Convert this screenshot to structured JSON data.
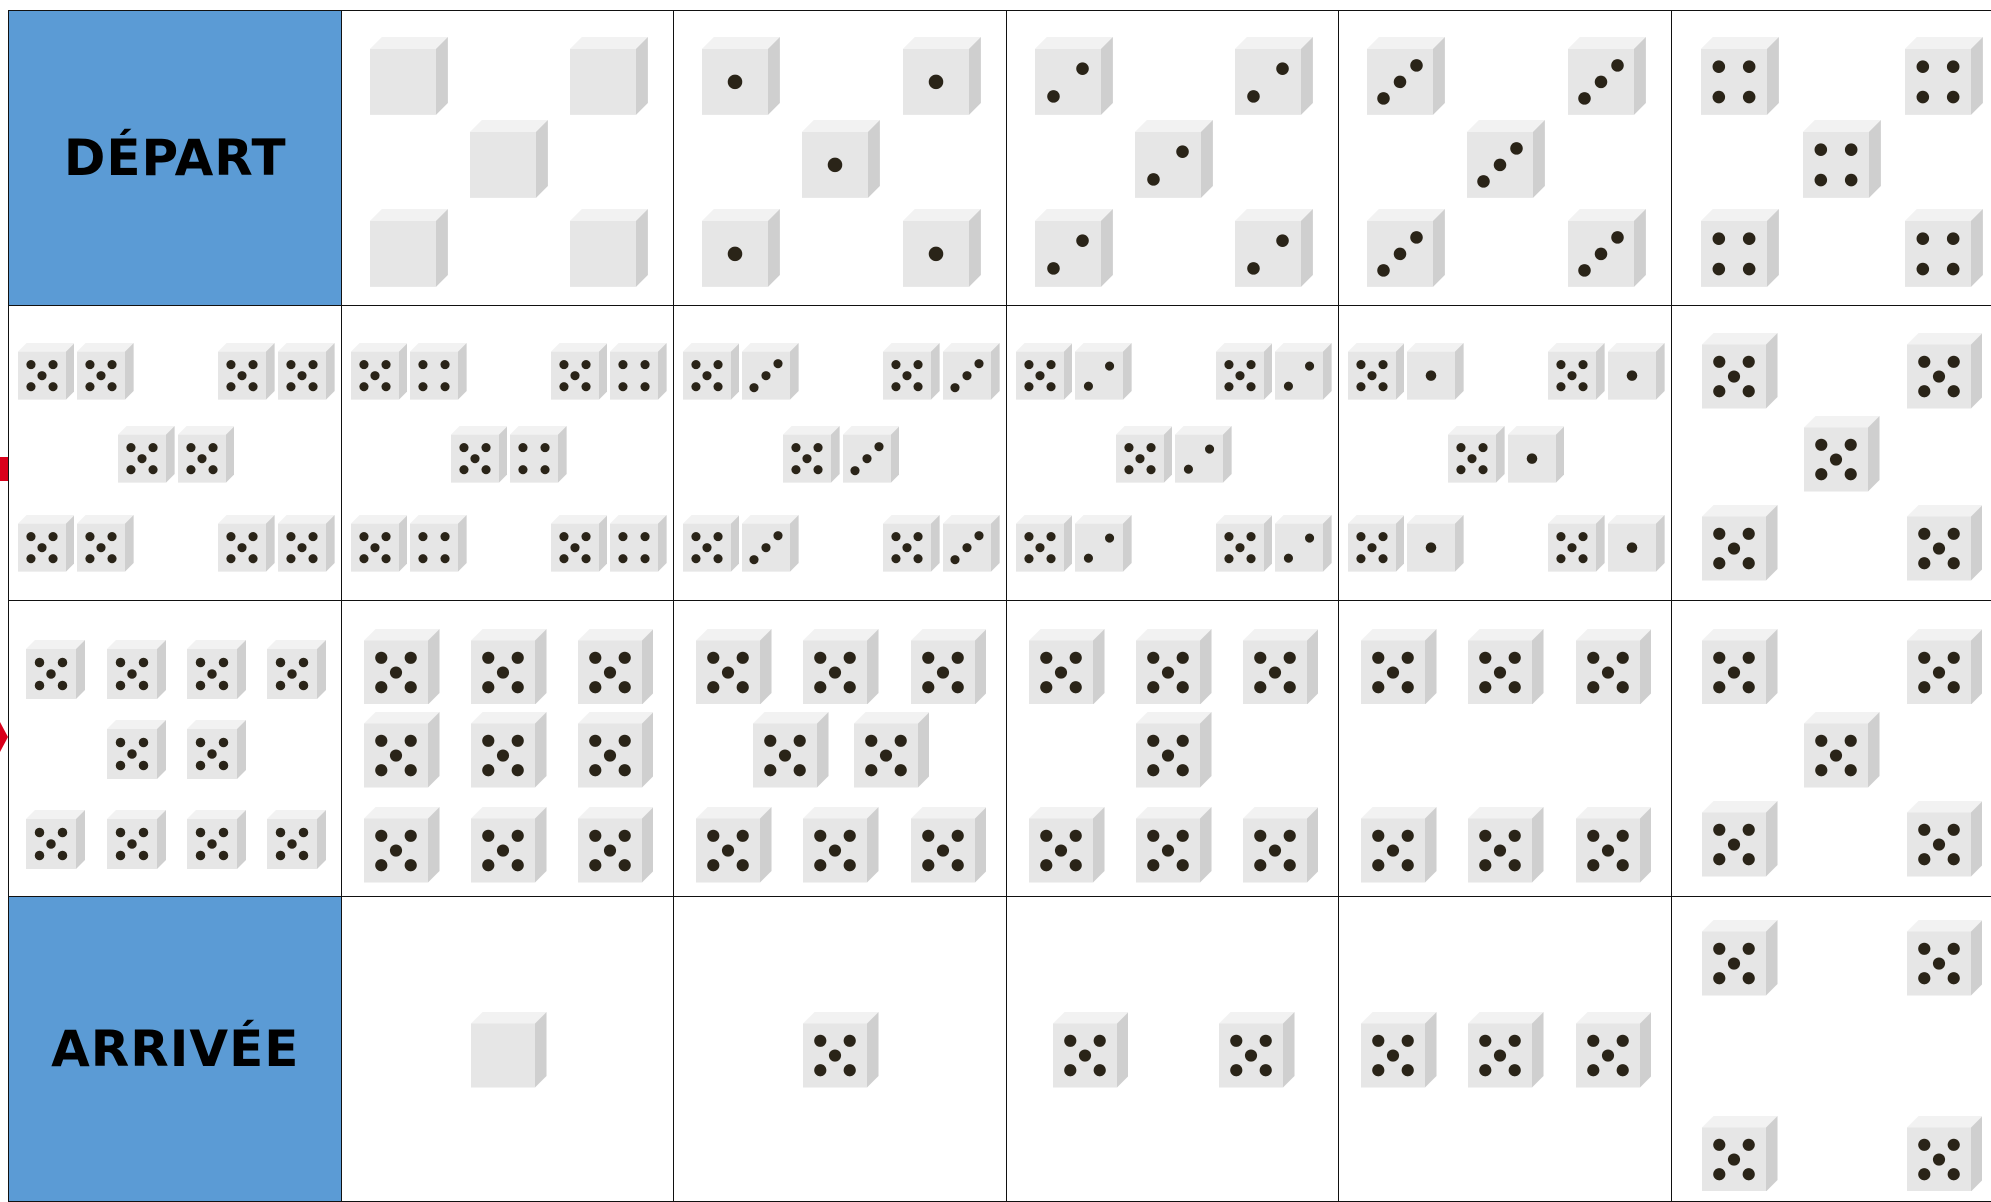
{
  "board": {
    "start_label": "DÉPART",
    "end_label": "ARRIVÉE",
    "colors": {
      "label_bg": "#5b9bd5",
      "grid_line": "#111111",
      "die_face": "#e6e6e6",
      "die_side": "#cfcfcf",
      "pip": "#2a2418",
      "arrow": "#d9001b"
    },
    "rows": [
      {
        "name": "row-1",
        "cells": [
          {
            "type": "label",
            "label_key": "start_label"
          },
          {
            "layout": "x",
            "dice": [
              [
                0
              ],
              [
                0
              ],
              [
                0
              ],
              [
                0
              ],
              [
                0
              ]
            ]
          },
          {
            "layout": "x",
            "dice": [
              [
                1
              ],
              [
                1
              ],
              [
                1
              ],
              [
                1
              ],
              [
                1
              ]
            ]
          },
          {
            "layout": "x",
            "dice": [
              [
                2
              ],
              [
                2
              ],
              [
                2
              ],
              [
                2
              ],
              [
                2
              ]
            ]
          },
          {
            "layout": "x",
            "dice": [
              [
                3
              ],
              [
                3
              ],
              [
                3
              ],
              [
                3
              ],
              [
                3
              ]
            ]
          },
          {
            "layout": "x",
            "dice": [
              [
                4
              ],
              [
                4
              ],
              [
                4
              ],
              [
                4
              ],
              [
                4
              ]
            ]
          }
        ]
      },
      {
        "name": "row-2",
        "cells": [
          {
            "layout": "x",
            "dice": [
              [
                5,
                5
              ],
              [
                5,
                5
              ],
              [
                5,
                5
              ],
              [
                5,
                5
              ],
              [
                5,
                5
              ]
            ]
          },
          {
            "layout": "x",
            "dice": [
              [
                5,
                4
              ],
              [
                5,
                4
              ],
              [
                5,
                4
              ],
              [
                5,
                4
              ],
              [
                5,
                4
              ]
            ]
          },
          {
            "layout": "x",
            "dice": [
              [
                5,
                3
              ],
              [
                5,
                3
              ],
              [
                5,
                3
              ],
              [
                5,
                3
              ],
              [
                5,
                3
              ]
            ]
          },
          {
            "layout": "x",
            "dice": [
              [
                5,
                2
              ],
              [
                5,
                2
              ],
              [
                5,
                2
              ],
              [
                5,
                2
              ],
              [
                5,
                2
              ]
            ]
          },
          {
            "layout": "x",
            "dice": [
              [
                5,
                1
              ],
              [
                5,
                1
              ],
              [
                5,
                1
              ],
              [
                5,
                1
              ],
              [
                5,
                1
              ]
            ]
          },
          {
            "layout": "x",
            "dice": [
              [
                5
              ],
              [
                5
              ],
              [
                5
              ],
              [
                5
              ],
              [
                5
              ]
            ]
          }
        ]
      },
      {
        "name": "row-3",
        "cells": [
          {
            "layout": "4-2-4",
            "dice": [
              [
                5
              ],
              [
                5
              ],
              [
                5
              ],
              [
                5
              ],
              [
                5
              ],
              [
                5
              ],
              [
                5
              ],
              [
                5
              ],
              [
                5
              ],
              [
                5
              ]
            ]
          },
          {
            "layout": "3-3-3",
            "dice": [
              [
                5
              ],
              [
                5
              ],
              [
                5
              ],
              [
                5
              ],
              [
                5
              ],
              [
                5
              ],
              [
                5
              ],
              [
                5
              ],
              [
                5
              ]
            ]
          },
          {
            "layout": "3-2-3",
            "dice": [
              [
                5
              ],
              [
                5
              ],
              [
                5
              ],
              [
                5
              ],
              [
                5
              ],
              [
                5
              ],
              [
                5
              ],
              [
                5
              ]
            ]
          },
          {
            "layout": "3-1-3",
            "dice": [
              [
                5
              ],
              [
                5
              ],
              [
                5
              ],
              [
                5
              ],
              [
                5
              ],
              [
                5
              ],
              [
                5
              ]
            ]
          },
          {
            "layout": "3-0-3",
            "dice": [
              [
                5
              ],
              [
                5
              ],
              [
                5
              ],
              [
                5
              ],
              [
                5
              ],
              [
                5
              ]
            ]
          },
          {
            "layout": "x",
            "dice": [
              [
                5
              ],
              [
                5
              ],
              [
                5
              ],
              [
                5
              ],
              [
                5
              ]
            ]
          }
        ]
      },
      {
        "name": "row-4",
        "cells": [
          {
            "type": "label",
            "label_key": "end_label"
          },
          {
            "layout": "one",
            "dice": [
              [
                0
              ]
            ]
          },
          {
            "layout": "one",
            "dice": [
              [
                5
              ]
            ]
          },
          {
            "layout": "two",
            "dice": [
              [
                5
              ],
              [
                5
              ]
            ]
          },
          {
            "layout": "three",
            "dice": [
              [
                5
              ],
              [
                5
              ],
              [
                5
              ]
            ]
          },
          {
            "layout": "four",
            "dice": [
              [
                5
              ],
              [
                5
              ],
              [
                5
              ],
              [
                5
              ]
            ]
          }
        ]
      }
    ]
  }
}
